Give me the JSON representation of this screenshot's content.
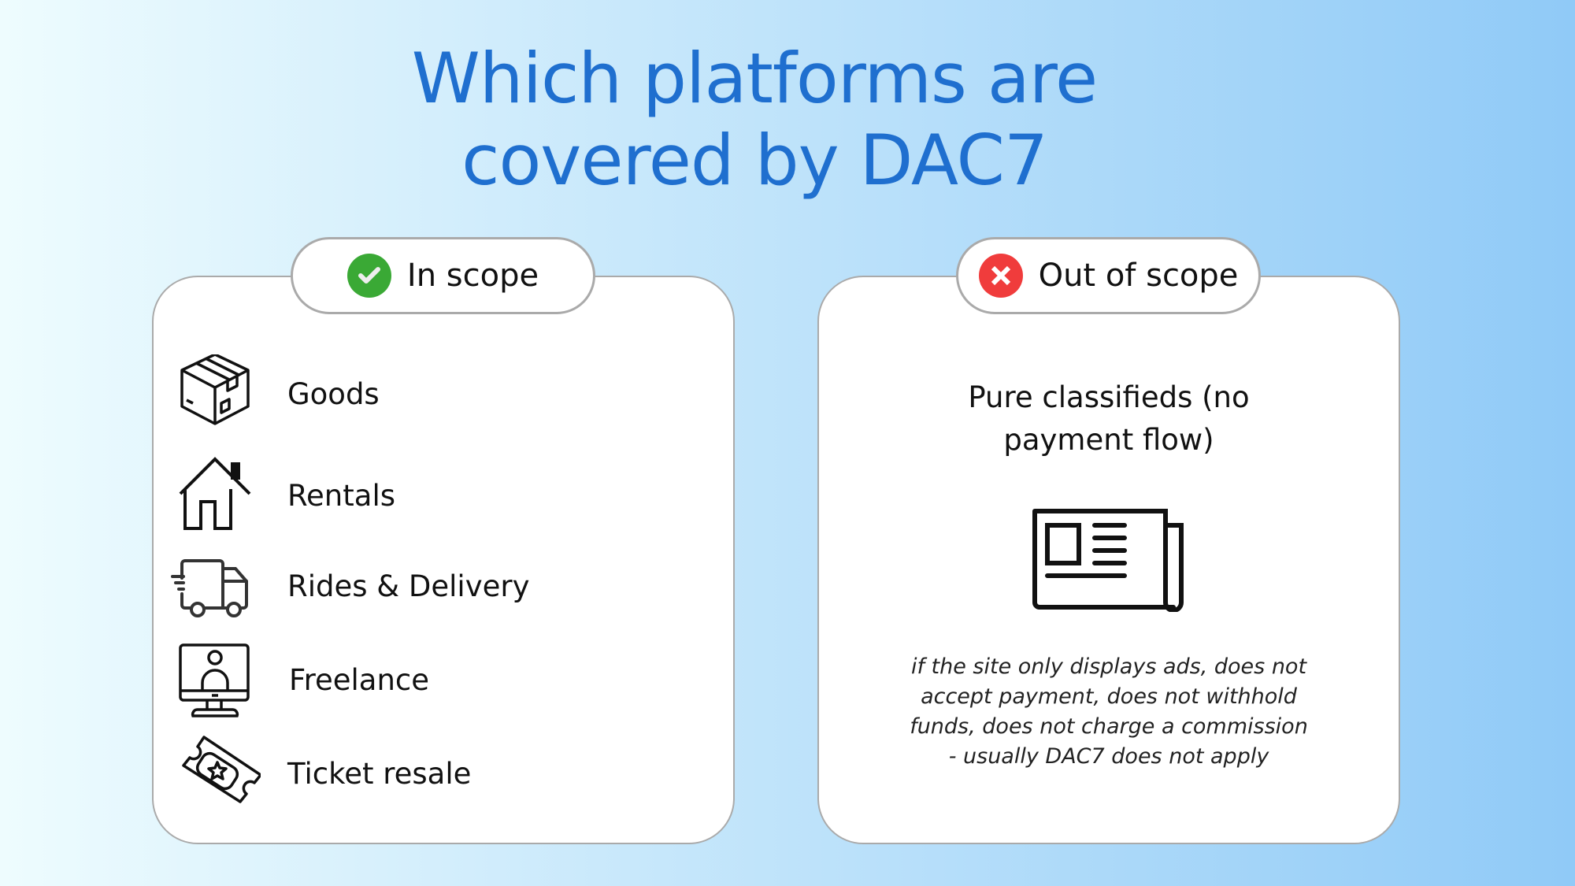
{
  "title": {
    "line1": "Which platforms are",
    "line2": "covered by DAC7"
  },
  "in_scope": {
    "label": "In scope",
    "items": [
      {
        "label": "Goods",
        "icon": "box-icon"
      },
      {
        "label": "Rentals",
        "icon": "house-icon"
      },
      {
        "label": "Rides & Delivery",
        "icon": "truck-icon"
      },
      {
        "label": "Freelance",
        "icon": "computer-user-icon"
      },
      {
        "label": "Ticket resale",
        "icon": "ticket-icon"
      }
    ]
  },
  "out_of_scope": {
    "label": "Out of scope",
    "heading_line1": "Pure classifieds (no",
    "heading_line2": "payment flow)",
    "note": [
      "if the site only displays ads, does not",
      "accept payment, does not withhold",
      "funds, does not charge a commission",
      "- usually DAC7 does not apply"
    ]
  },
  "colors": {
    "title": "#1f6fcf",
    "check": "#3aa935",
    "cross": "#f03c3c"
  }
}
